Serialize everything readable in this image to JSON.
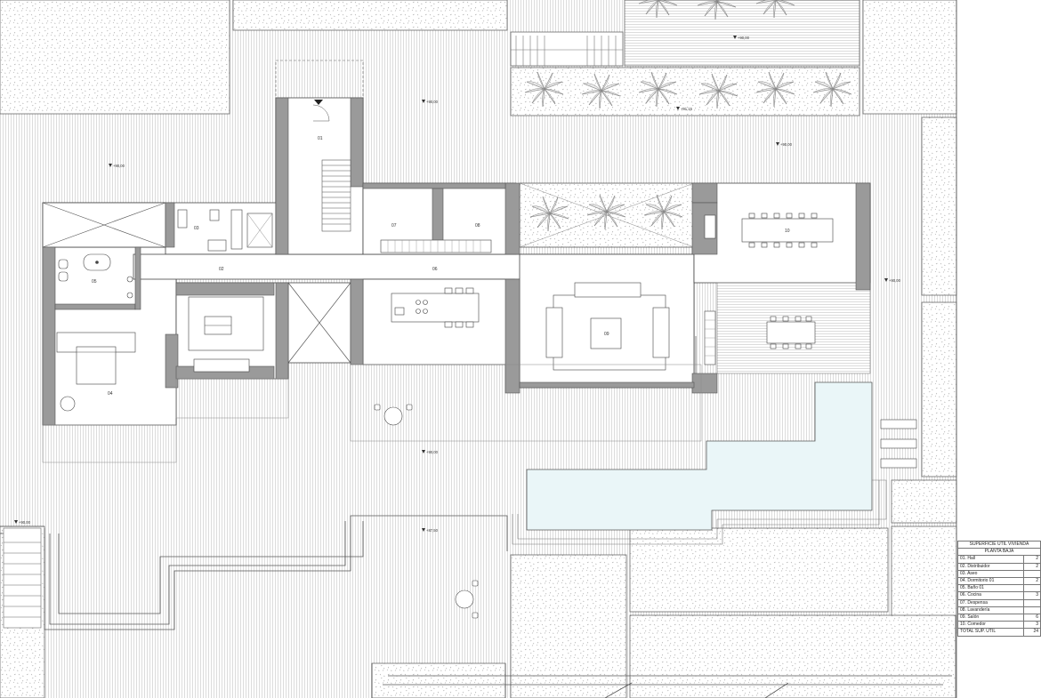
{
  "plan": {
    "rooms": [
      {
        "code": "01",
        "name": "Hall"
      },
      {
        "code": "02",
        "name": "Distribuidor"
      },
      {
        "code": "03",
        "name": "Aseo"
      },
      {
        "code": "04",
        "name": "Dormitorio 01"
      },
      {
        "code": "05",
        "name": "Baño 01"
      },
      {
        "code": "06",
        "name": "Cocina"
      },
      {
        "code": "07",
        "name": "Despensa"
      },
      {
        "code": "08",
        "name": "Lavandería"
      },
      {
        "code": "09",
        "name": "Salón"
      },
      {
        "code": "10",
        "name": "Comedor"
      }
    ],
    "levels": {
      "top_right": "+90,00",
      "north_palms": "+91,15",
      "north_terrace": "+90,00",
      "west_terrace": "+90,00",
      "east_terrace": "+90,00",
      "east_side": "+90,00",
      "south_terrace": "+90,00",
      "southwest": "+90,00",
      "lower_terrace": "+87,50"
    }
  },
  "area_table": {
    "title": "SUPERFICIE ÚTIL VIVIENDA",
    "subtitle": "PLANTA BAJA",
    "rows": [
      {
        "label": "01. Hall",
        "value": "2"
      },
      {
        "label": "02. Distribuidor",
        "value": "2"
      },
      {
        "label": "03. Aseo",
        "value": ""
      },
      {
        "label": "04. Dormitorio 01",
        "value": "2"
      },
      {
        "label": "05. Baño 01",
        "value": ""
      },
      {
        "label": "06. Cocina",
        "value": "3"
      },
      {
        "label": "07. Despensa",
        "value": ""
      },
      {
        "label": "08. Lavandería",
        "value": ""
      },
      {
        "label": "09. Salón",
        "value": "6"
      },
      {
        "label": "10. Comedor",
        "value": "3"
      }
    ],
    "total_label": "TOTAL SUP. ÚTIL",
    "total_value": "24"
  },
  "colors": {
    "wall": "#9a9a9a",
    "pool": "#eaf6f8",
    "line": "#666666",
    "hatch": "#bbbbbb"
  }
}
